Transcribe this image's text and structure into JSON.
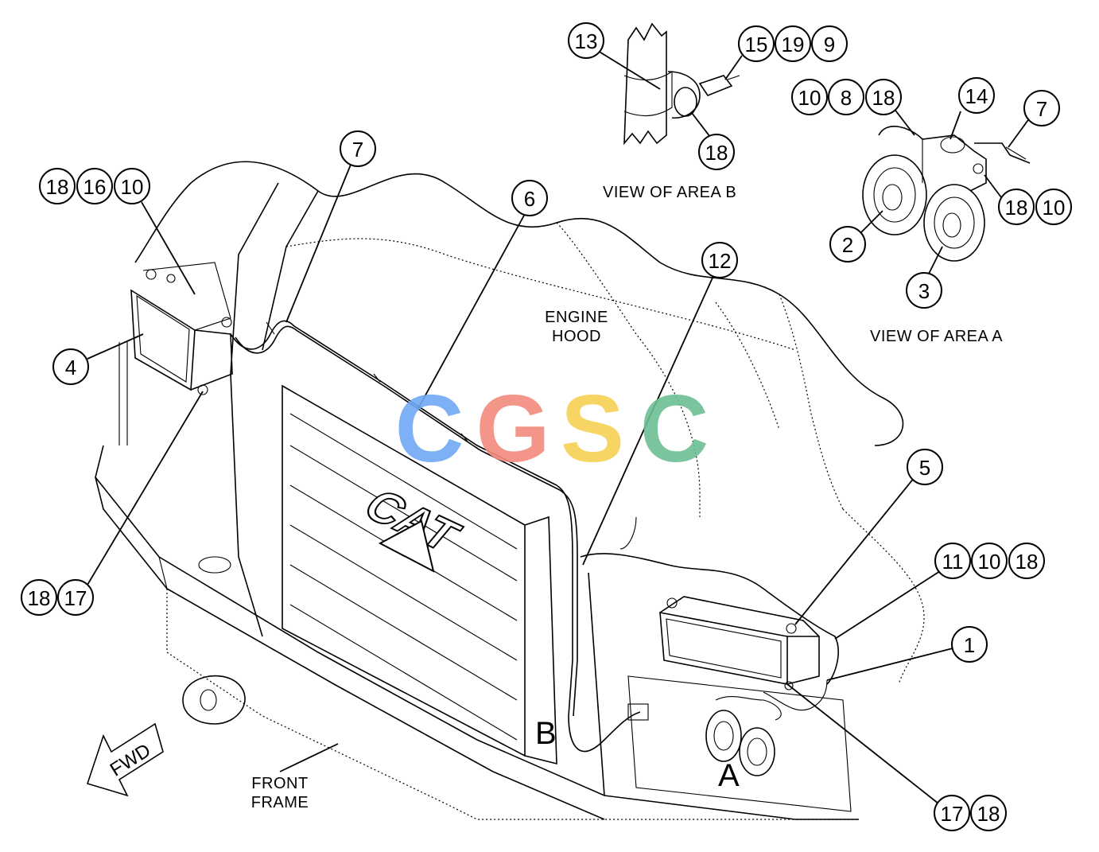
{
  "watermark": {
    "letters": [
      "C",
      "G",
      "S",
      "C"
    ],
    "colors": [
      "#6fa8f5",
      "#f28b7d",
      "#f7d154",
      "#6cbf94"
    ]
  },
  "labels": {
    "view_area_b": "VIEW OF AREA B",
    "view_area_a": "VIEW OF AREA A",
    "engine_hood_line1": "ENGINE",
    "engine_hood_line2": "HOOD",
    "front_frame_line1": "FRONT",
    "front_frame_line2": "FRAME",
    "fwd_arrow": "FWD",
    "cat_logo": "CAT",
    "area_b_marker": "B",
    "area_a_marker": "A"
  },
  "callouts": [
    {
      "id": "c13",
      "number": "13"
    },
    {
      "id": "c15",
      "number": "15"
    },
    {
      "id": "c19",
      "number": "19"
    },
    {
      "id": "c9a",
      "number": "9"
    },
    {
      "id": "c18b",
      "number": "18"
    },
    {
      "id": "c10a",
      "number": "10"
    },
    {
      "id": "c8",
      "number": "8"
    },
    {
      "id": "c18a1",
      "number": "18"
    },
    {
      "id": "c14",
      "number": "14"
    },
    {
      "id": "c7a",
      "number": "7"
    },
    {
      "id": "c18a2",
      "number": "18"
    },
    {
      "id": "c10a2",
      "number": "10"
    },
    {
      "id": "c2",
      "number": "2"
    },
    {
      "id": "c3",
      "number": "3"
    },
    {
      "id": "c18l",
      "number": "18"
    },
    {
      "id": "c16",
      "number": "16"
    },
    {
      "id": "c10l",
      "number": "10"
    },
    {
      "id": "c7m",
      "number": "7"
    },
    {
      "id": "c6",
      "number": "6"
    },
    {
      "id": "c12",
      "number": "12"
    },
    {
      "id": "c4",
      "number": "4"
    },
    {
      "id": "c18ll",
      "number": "18"
    },
    {
      "id": "c17ll",
      "number": "17"
    },
    {
      "id": "c5",
      "number": "5"
    },
    {
      "id": "c11",
      "number": "11"
    },
    {
      "id": "c10r",
      "number": "10"
    },
    {
      "id": "c18r",
      "number": "18"
    },
    {
      "id": "c1",
      "number": "1"
    },
    {
      "id": "c17b",
      "number": "17"
    },
    {
      "id": "c18bb",
      "number": "18"
    }
  ]
}
